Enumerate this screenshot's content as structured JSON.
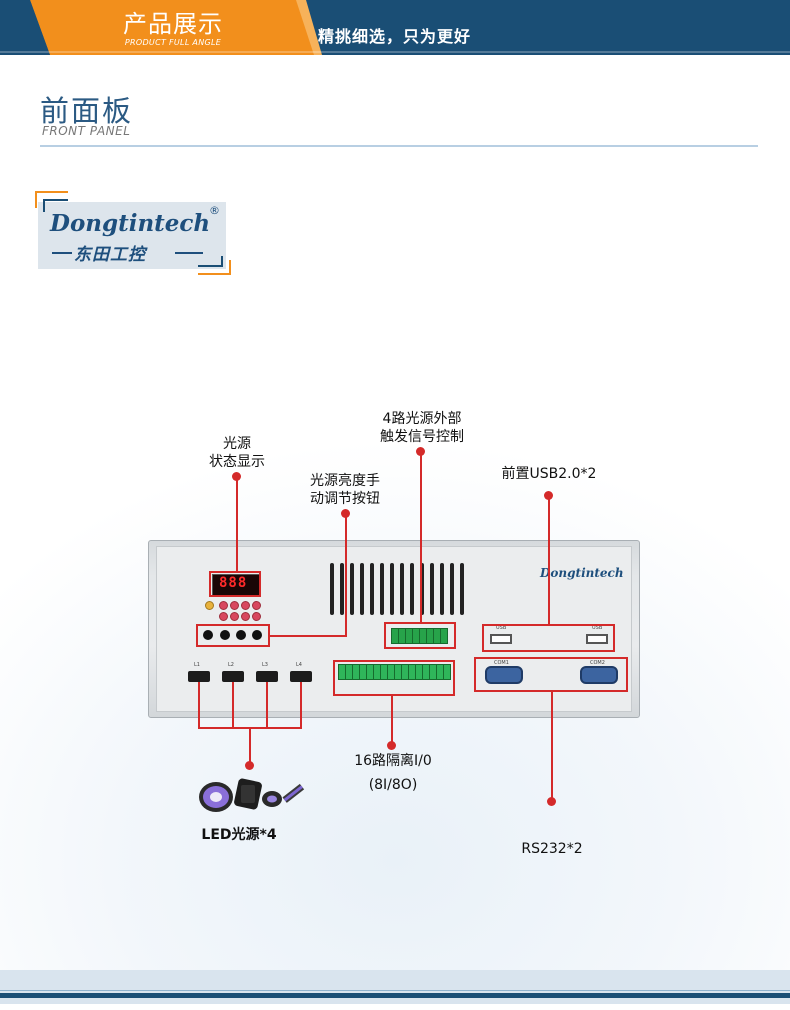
{
  "header": {
    "title": "产品展示",
    "subtitle": "PRODUCT FULL ANGLE",
    "slogan": "精挑细选，只为更好"
  },
  "section": {
    "title": "前面板",
    "subtitle": "FRONT PANEL"
  },
  "logo": {
    "name_en": "Dongtintech",
    "registered": "®",
    "name_cn": "东田工控"
  },
  "device": {
    "brand": "Dongtintech",
    "display_digits": "888",
    "port_labels": [
      "L1",
      "L2",
      "L3",
      "L4"
    ],
    "usb_labels": [
      "USB",
      "USB"
    ],
    "com_labels": [
      "COM1",
      "COM2"
    ]
  },
  "callouts": {
    "status": [
      "光源",
      "状态显示"
    ],
    "brightness": [
      "光源亮度手",
      "动调节按钮"
    ],
    "trigger": [
      "4路光源外部",
      "触发信号控制"
    ],
    "usb": "前置USB2.0*2",
    "io": [
      "16路隔离I/0",
      "(8I/8O)"
    ],
    "led": "LED光源*4",
    "rs232": "RS232*2"
  },
  "colors": {
    "header_blue": "#1a4e75",
    "header_orange": "#f28f1c",
    "callout_red": "#d42a2a"
  }
}
